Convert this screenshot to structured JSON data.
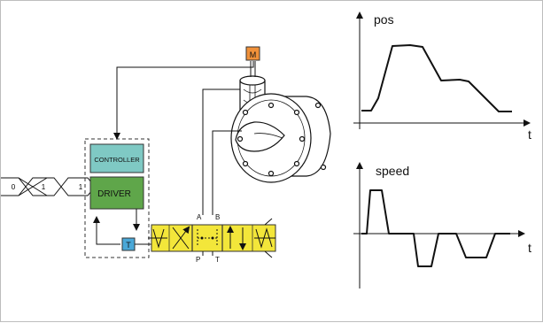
{
  "diagram": {
    "bit_stream": [
      "0",
      "1",
      "1"
    ],
    "controller_label": "CONTROLLER",
    "driver_label": "DRIVER",
    "motor_label": "M",
    "transducer_label": "T",
    "valve_ports": {
      "a": "A",
      "b": "B",
      "p": "P",
      "t": "T"
    },
    "colors": {
      "controller_fill": "#7fc9c4",
      "driver_fill": "#5fa64a",
      "valve_fill": "#f3e63a",
      "motor_fill": "#f0913a",
      "transducer_fill": "#4aa8d8"
    }
  },
  "charts": {
    "position": {
      "ylabel": "pos",
      "xlabel": "t"
    },
    "speed": {
      "ylabel": "speed",
      "xlabel": "t"
    }
  }
}
